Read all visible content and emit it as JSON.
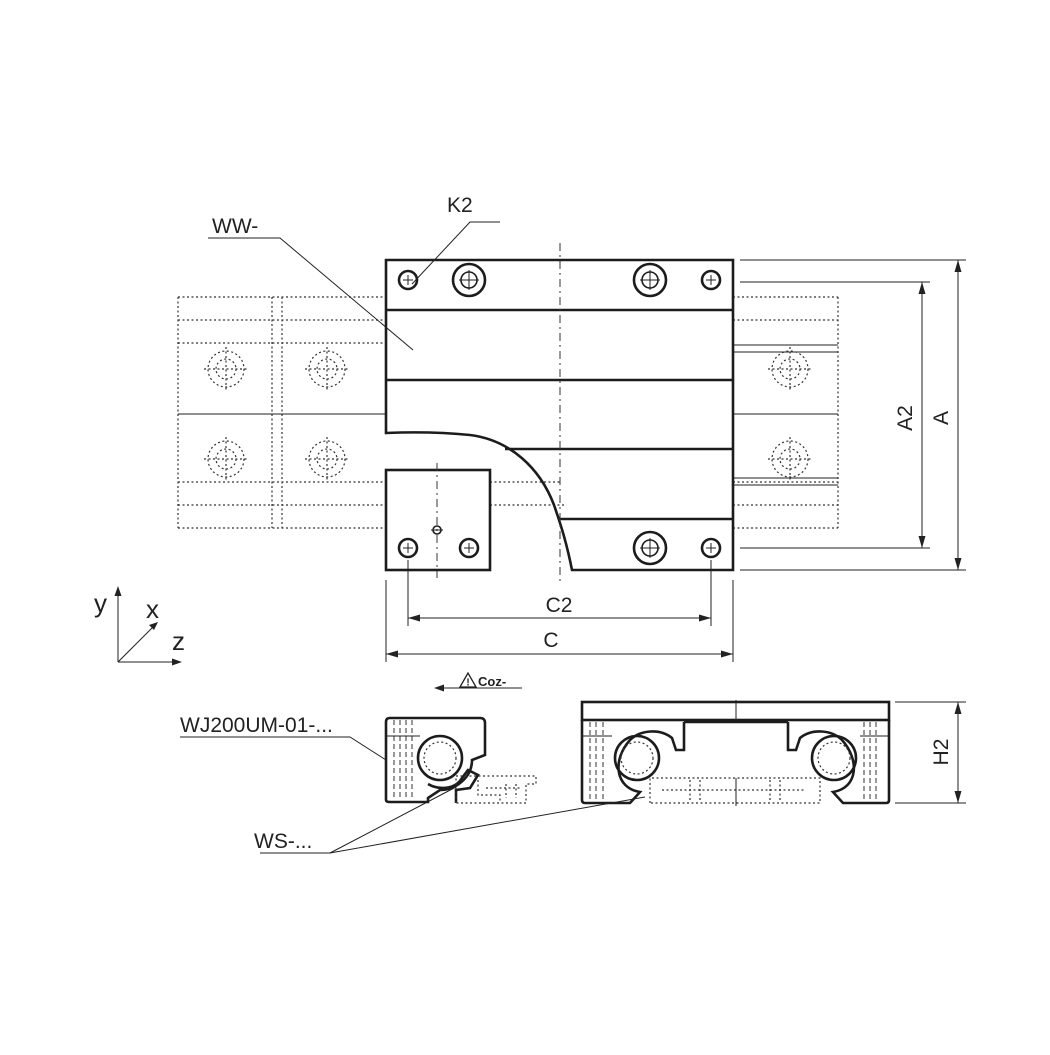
{
  "labels": {
    "carriage": "WW-",
    "fixing_hole": "K2",
    "dim_a2": "A2",
    "dim_a": "A",
    "dim_c2": "C2",
    "dim_c": "C",
    "dim_h2": "H2",
    "rail_module": "WJ200UM-01-...",
    "shaft": "WS-...",
    "load_direction": "Coz-",
    "warning_symbol": "!"
  },
  "axes": {
    "y": "y",
    "x": "x",
    "z": "z"
  },
  "colors": {
    "line": "#1c1c1c",
    "background": "#ffffff"
  }
}
